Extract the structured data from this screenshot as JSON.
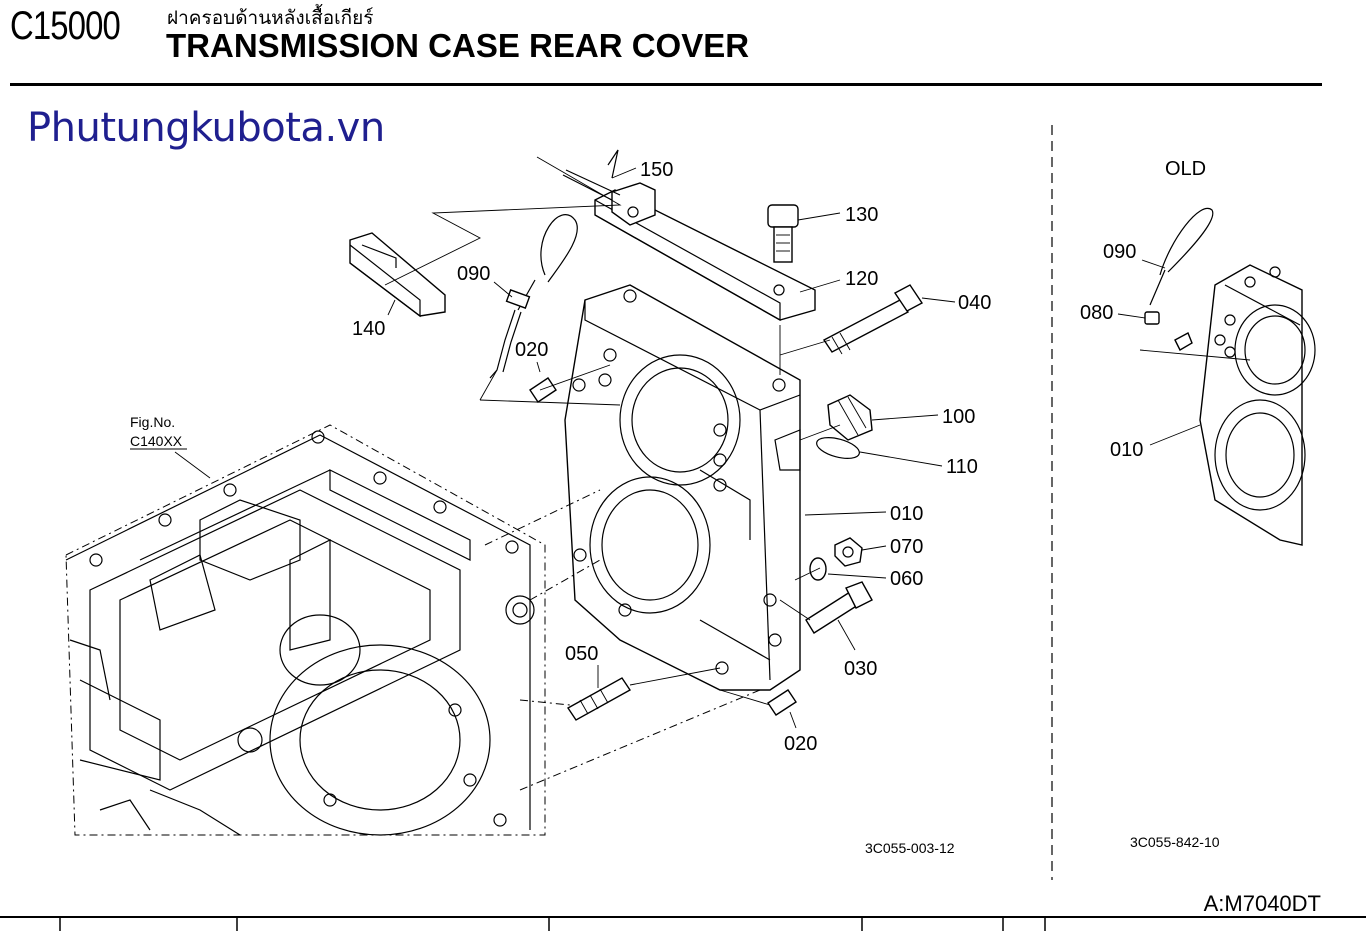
{
  "header": {
    "code": "C15000",
    "thai_title": "ฝาครอบด้านหลังเสื้อเกียร์",
    "title": "TRANSMISSION CASE REAR COVER"
  },
  "watermark": "Phutungkubota.vn",
  "diagram": {
    "ref_label_line1": "Fig.No.",
    "ref_label_line2": "C140XX",
    "callouts": {
      "c150": "150",
      "c130": "130",
      "c120": "120",
      "c040": "040",
      "c090": "090",
      "c140": "140",
      "c020a": "020",
      "c100": "100",
      "c110": "110",
      "c010": "010",
      "c070": "070",
      "c060": "060",
      "c030": "030",
      "c050": "050",
      "c020b": "020"
    },
    "drawing_number": "3C055-003-12"
  },
  "old_panel": {
    "heading": "OLD",
    "callouts": {
      "c090": "090",
      "c080": "080",
      "c010": "010"
    },
    "drawing_number": "3C055-842-10"
  },
  "model": "A:M7040DT"
}
